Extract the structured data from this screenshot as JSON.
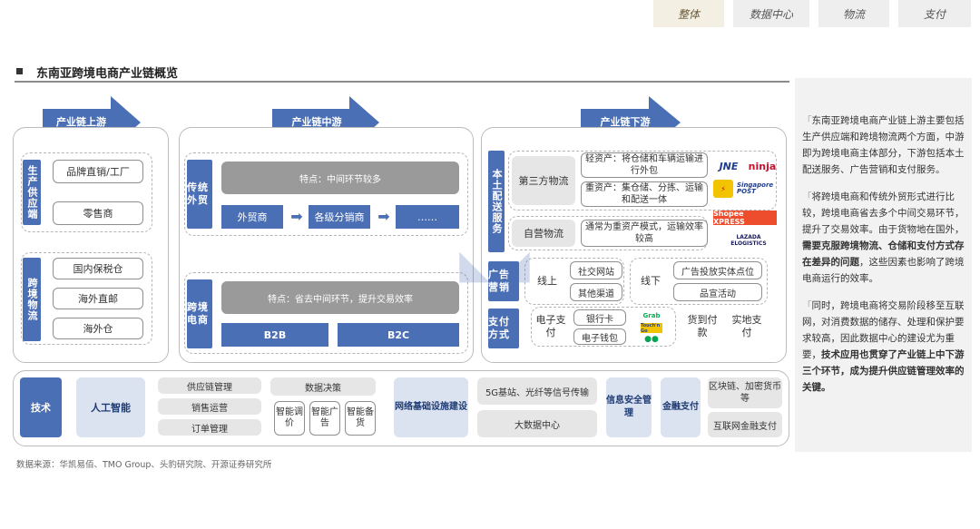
{
  "tabs": [
    {
      "label": "整体",
      "active": true
    },
    {
      "label": "数据中心",
      "active": false
    },
    {
      "label": "物流",
      "active": false
    },
    {
      "label": "支付",
      "active": false
    }
  ],
  "title": "东南亚跨境电商产业链概览",
  "upstream": {
    "arrow": "产业链上游",
    "supply_label": "生产供应端",
    "supply_items": [
      "品牌直销/工厂",
      "零售商"
    ],
    "logistics_label": "跨境物流",
    "logistics_items": [
      "国内保税仓",
      "海外直邮",
      "海外仓"
    ]
  },
  "midstream": {
    "arrow": "产业链中游",
    "traditional_label": "传统外贸",
    "traditional_feature": "特点：中间环节较多",
    "traditional_chain": [
      "外贸商",
      "各级分销商",
      "……"
    ],
    "ecom_label": "跨境电商",
    "ecom_feature_prefix": "特点：省去中间环节，提升",
    "ecom_feature_suffix": "交易效率",
    "ecom_types": [
      "B2B",
      "B2C"
    ]
  },
  "downstream": {
    "arrow": "产业链下游",
    "local_label": "本土配送服务",
    "third_party": "第三方物流",
    "light_asset": "轻资产：将仓储和车辆运输进行外包",
    "heavy_asset": "重资产：集仓储、分拣、运输和配送一体",
    "self_run": "自营物流",
    "self_run_desc": "通常为重资产模式，运输效率较高",
    "ad_label": "广告营销",
    "online": "线上",
    "online_channels": [
      "社交网站",
      "其他渠道"
    ],
    "offline": "线下",
    "offline_channels": [
      "广告投放实体点位",
      "品宣活动"
    ],
    "pay_label": "支付方式",
    "e_pay": "电子支付",
    "e_pay_channels": [
      "银行卡",
      "电子钱包"
    ],
    "cod": "货到付款",
    "in_store": "实地支付",
    "logos": [
      "JNE",
      "ninja",
      "Singapore POST",
      "Shopee XPRESS",
      "LAZADA ELOGISTICS",
      "Grab",
      "Touch'n Go"
    ]
  },
  "tech": {
    "label": "技术",
    "ai": "人工智能",
    "ai_items": [
      "供应链管理",
      "销售运营",
      "订单管理"
    ],
    "decision": "数据决策",
    "decision_items": [
      "智能调价",
      "智能广告",
      "智能备货"
    ],
    "network": "网络基础设施建设",
    "network_items": [
      "5G基站、光纤等信号传输",
      "大数据中心"
    ],
    "security": "信息安全管理",
    "finance": "金融支付",
    "finance_items": [
      "区块链、加密货币等",
      "互联网金融支付"
    ]
  },
  "source": "数据来源：华凯易佰、TMO Group、头豹研究院、开源证券研究所",
  "sidebar": {
    "p1": "东南亚跨境电商产业链上游主要包括生产供应端和跨境物流两个方面，中游即为跨境电商主体部分，下游包括本土配送服务、广告营销和支付服务。",
    "p2_a": "将跨境电商和传统外贸形式进行比较，跨境电商省去多个中间交易环节，提升了交易效率。由于货物地在国外，",
    "p2_b": "需要克服跨境物流、仓储和支付方式存在差异的问题",
    "p2_c": "，这些因素也影响了跨境电商运行的效率。",
    "p3_a": "同时，跨境电商将交易阶段移至互联网，对消费数据的储存、处理和保护要求较高，因此数据中心的建设尤为重要，",
    "p3_b": "技术应用也贯穿了产业链上中下游三个环节，成为提升供应链管理效率的关键。"
  }
}
